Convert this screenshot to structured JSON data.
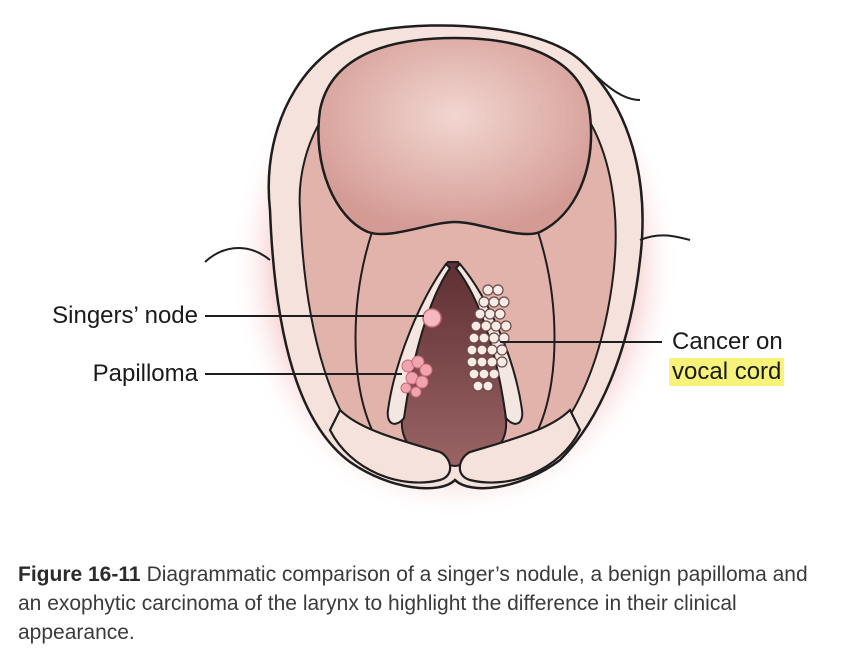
{
  "labels": {
    "singers_node": "Singers’ node",
    "papilloma": "Papilloma",
    "cancer_line1": "Cancer on",
    "cancer_line2": "vocal cord"
  },
  "caption": {
    "figure_number": "Figure 16-11",
    "text": "Diagrammatic comparison of a singer’s nodule, a benign papilloma and an exophytic carcinoma of the larynx to highlight the difference in their clinical appearance."
  },
  "colors": {
    "highlight": "#f6f27a",
    "outer_glow": "#e9868a",
    "tissue": "#e3b8ae",
    "cartilage": "#f5e6df",
    "glottis": "#7c4a4a"
  }
}
